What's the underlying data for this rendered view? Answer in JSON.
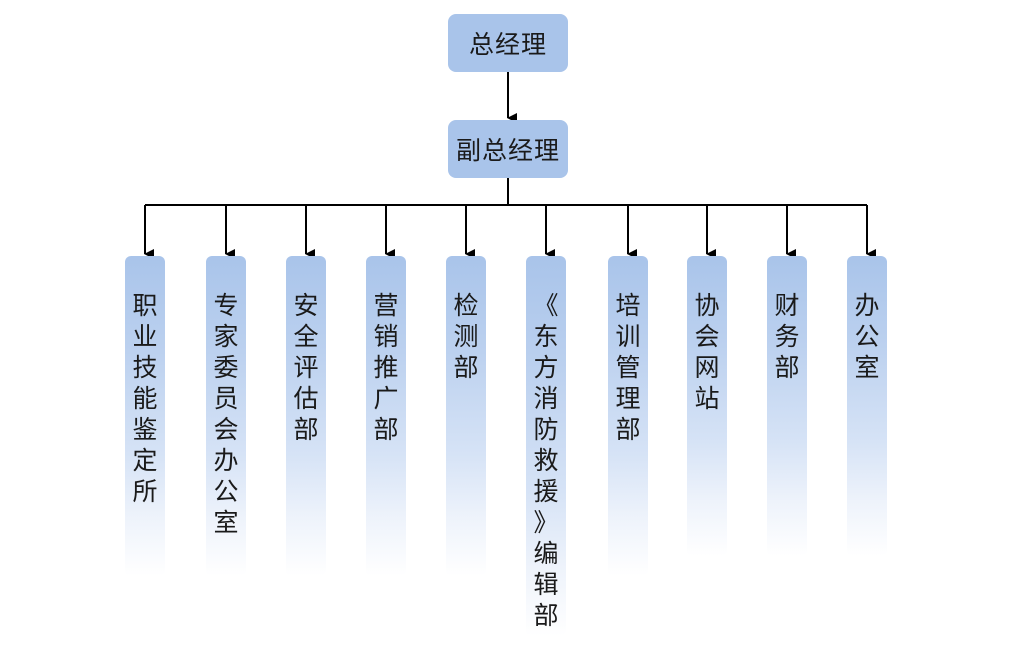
{
  "top": {
    "general_manager": "总经理",
    "deputy_manager": "副总经理"
  },
  "departments": [
    {
      "id": "d1",
      "label": "职\n业\n技\n能\n鉴\n定\n所"
    },
    {
      "id": "d2",
      "label": "专\n家\n委\n员\n会\n办\n公\n室"
    },
    {
      "id": "d3",
      "label": "安\n全\n评\n估\n部"
    },
    {
      "id": "d4",
      "label": "营\n销\n推\n广\n部"
    },
    {
      "id": "d5",
      "label": "检\n测\n部"
    },
    {
      "id": "d6",
      "label": "《\n东\n方\n消\n防\n救\n援\n》\n编\n辑\n部"
    },
    {
      "id": "d7",
      "label": "培\n训\n管\n理\n部"
    },
    {
      "id": "d8",
      "label": "协\n会\n网\n站"
    },
    {
      "id": "d9",
      "label": "财\n务\n部"
    },
    {
      "id": "d10",
      "label": "办\n公\n室"
    }
  ],
  "colors": {
    "node": "#a9c4ea",
    "line": "#000000"
  }
}
